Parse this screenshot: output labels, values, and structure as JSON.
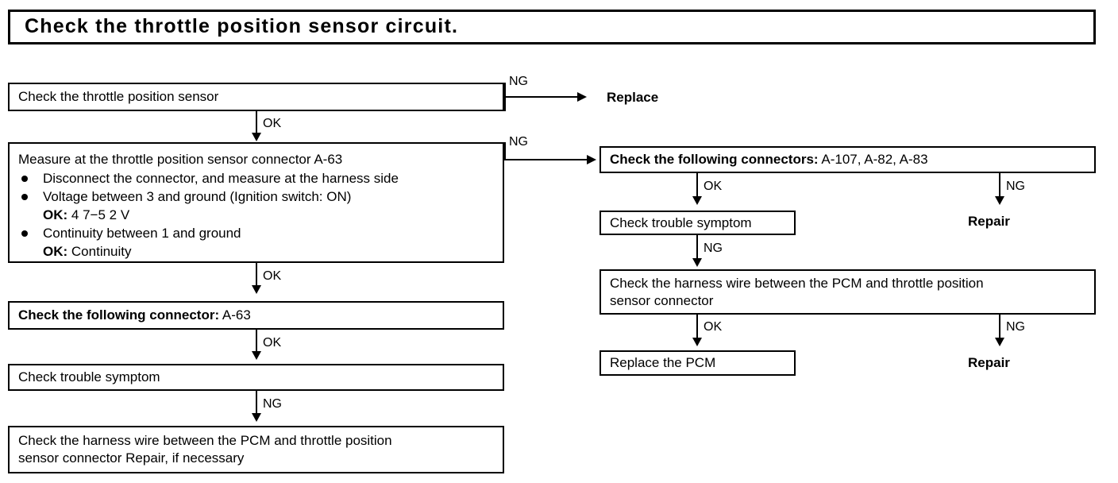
{
  "title": {
    "text": "Check the throttle position sensor circuit."
  },
  "left_column": {
    "step1": {
      "label": "Check the throttle position sensor"
    },
    "step2": {
      "header": "Measure at the throttle position sensor connector A-63",
      "bullets": [
        "Disconnect the connector, and measure at the harness side",
        "Voltage between 3 and ground (Ignition switch: ON)",
        "Continuity between 1 and ground"
      ],
      "ok_voltage_label": "OK:",
      "ok_voltage_value": "4 7−5 2 V",
      "ok_continuity_label": "OK:",
      "ok_continuity_value": "Continuity"
    },
    "step3": {
      "label_bold": "Check the following connector:",
      "label_rest": " A-63"
    },
    "step4": {
      "label": "Check trouble symptom"
    },
    "step5": {
      "line1": "Check the harness wire between the PCM and throttle position",
      "line2": "sensor connector  Repair, if necessary"
    }
  },
  "right_column": {
    "replace": {
      "label": "Replace"
    },
    "connectors": {
      "label_bold": "Check the following connectors:",
      "label_rest": " A-107, A-82, A-83"
    },
    "trouble": {
      "label": "Check trouble symptom"
    },
    "repair_1": {
      "label": "Repair"
    },
    "harness": {
      "line1": "Check the harness wire between the PCM and throttle position",
      "line2": "sensor connector"
    },
    "replace_pcm": {
      "label": "Replace the PCM"
    },
    "repair_2": {
      "label": "Repair"
    }
  },
  "edge_labels": {
    "ng_1": "NG",
    "ok_1": "OK",
    "ng_2": "NG",
    "ok_2": "OK",
    "ok_3": "OK",
    "ng_3": "NG",
    "ok_r1": "OK",
    "ng_r1": "NG",
    "ng_r2": "NG",
    "ok_r2": "OK",
    "ng_r3": "NG"
  },
  "colors": {
    "ink": "#000000",
    "paper": "#ffffff"
  }
}
